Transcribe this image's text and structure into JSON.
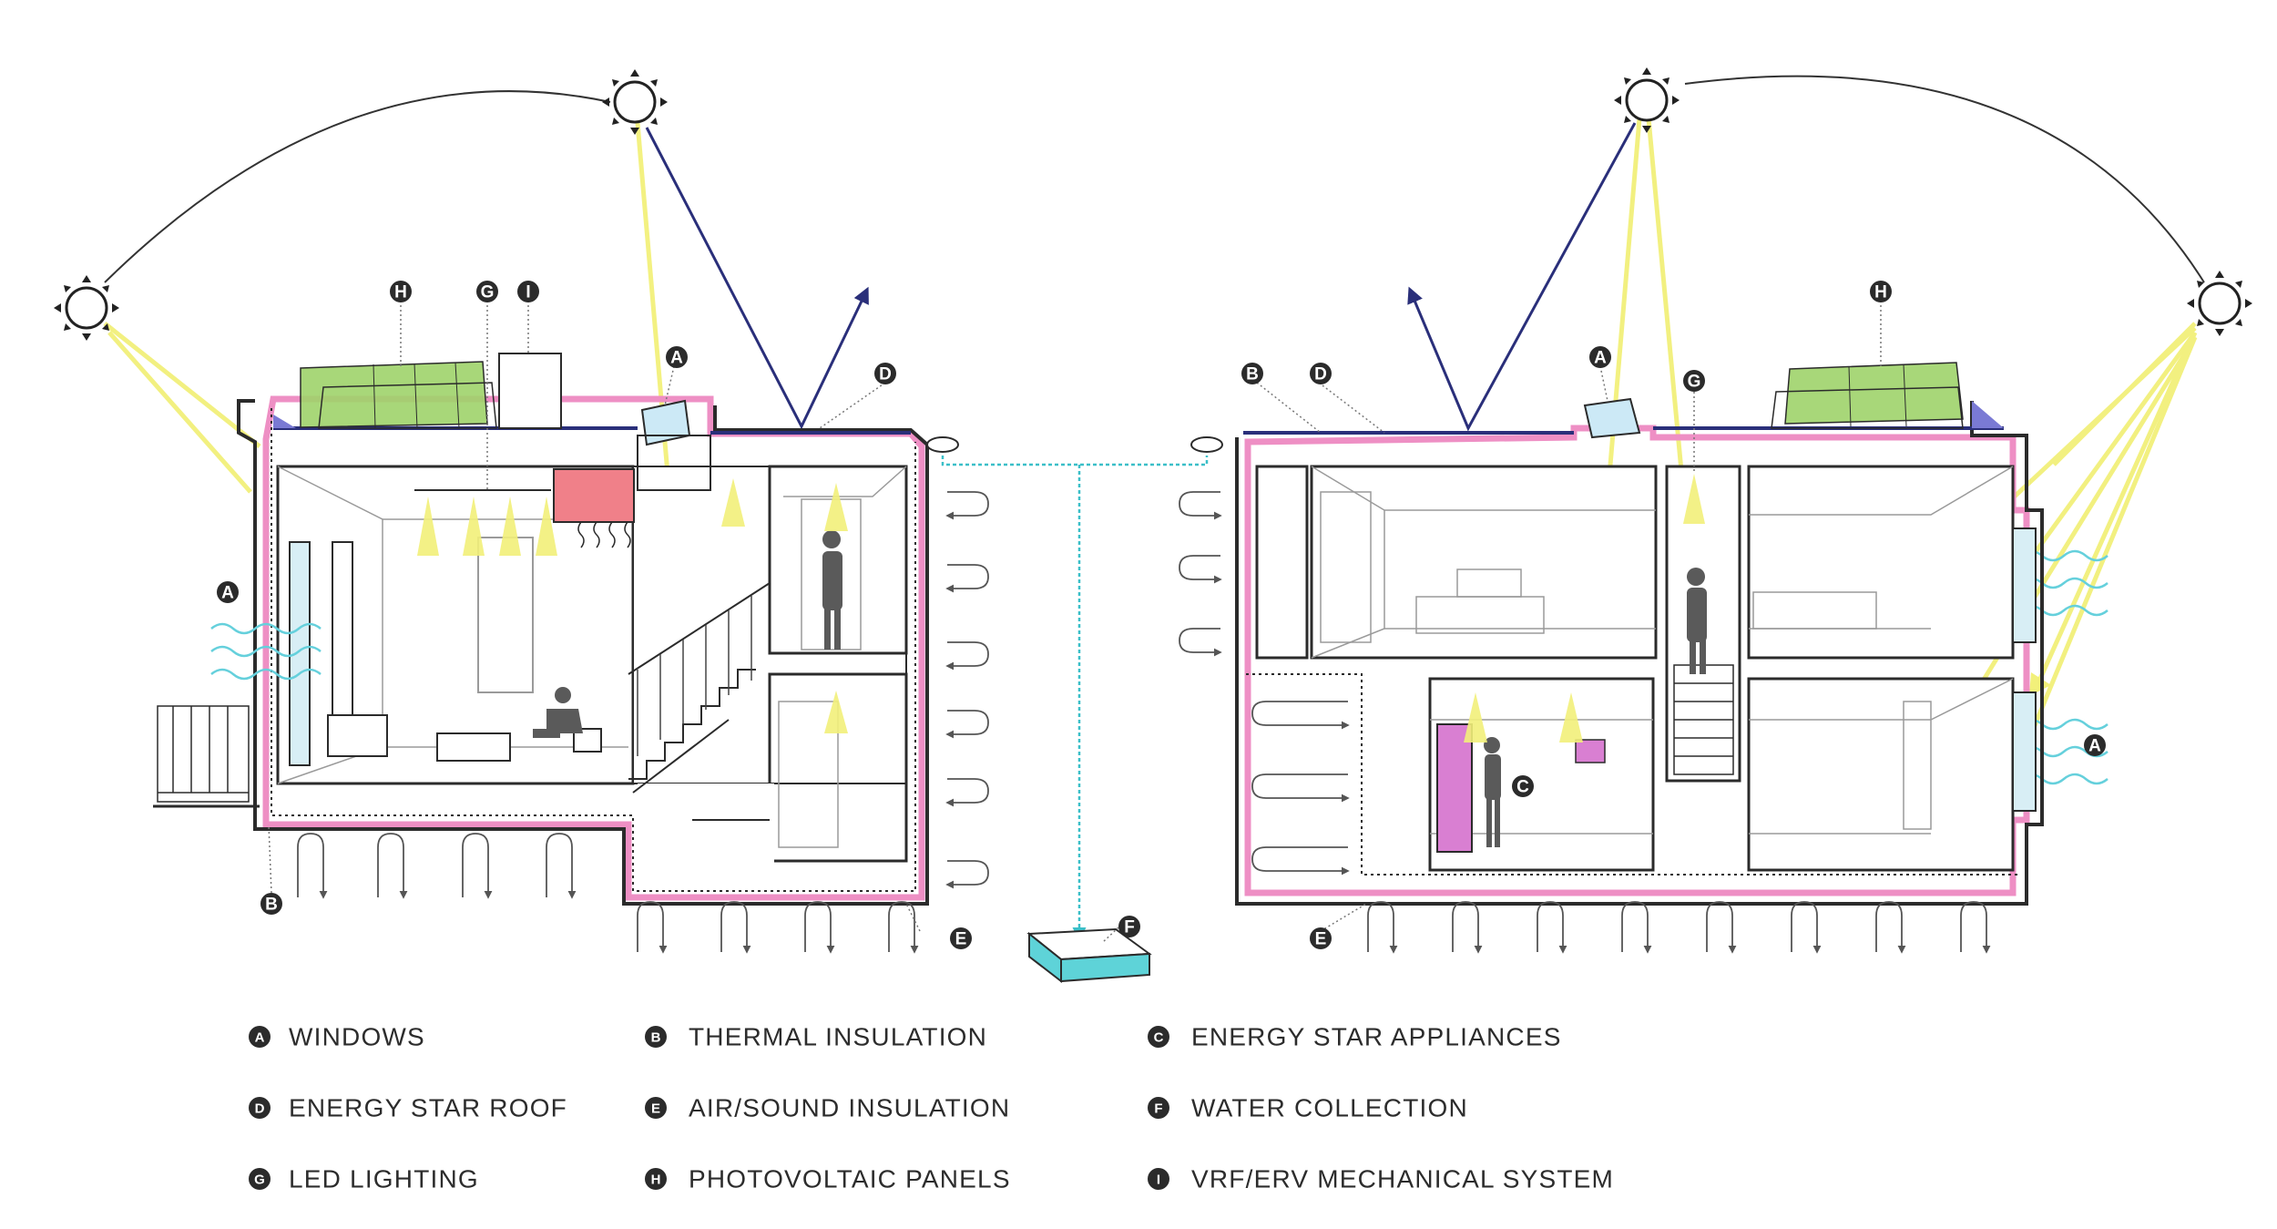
{
  "callouts": {
    "a": "A",
    "b": "B",
    "c": "C",
    "d": "D",
    "e": "E",
    "f": "F",
    "g": "G",
    "h": "H",
    "i": "I"
  },
  "legend": [
    {
      "letter": "A",
      "text": "WINDOWS"
    },
    {
      "letter": "B",
      "text": "THERMAL INSULATION"
    },
    {
      "letter": "C",
      "text": "ENERGY STAR APPLIANCES"
    },
    {
      "letter": "D",
      "text": "ENERGY STAR ROOF"
    },
    {
      "letter": "E",
      "text": "AIR/SOUND INSULATION"
    },
    {
      "letter": "F",
      "text": "WATER COLLECTION"
    },
    {
      "letter": "G",
      "text": "LED LIGHTING"
    },
    {
      "letter": "H",
      "text": "PHOTOVOLTAIC PANELS"
    },
    {
      "letter": "I",
      "text": "VRF/ERV MECHANICAL SYSTEM"
    }
  ],
  "colors": {
    "sunlight": "#f2f07a",
    "reflection": "#2a2f7a",
    "insulation": "#ee8fc4",
    "pv_panel": "#9ed36a",
    "mechanical_unit": "#f08089",
    "water": "#5ed3d8",
    "air_wave": "#65d0dc",
    "appliance": "#d97fd2",
    "outline": "#2b2b2b"
  }
}
